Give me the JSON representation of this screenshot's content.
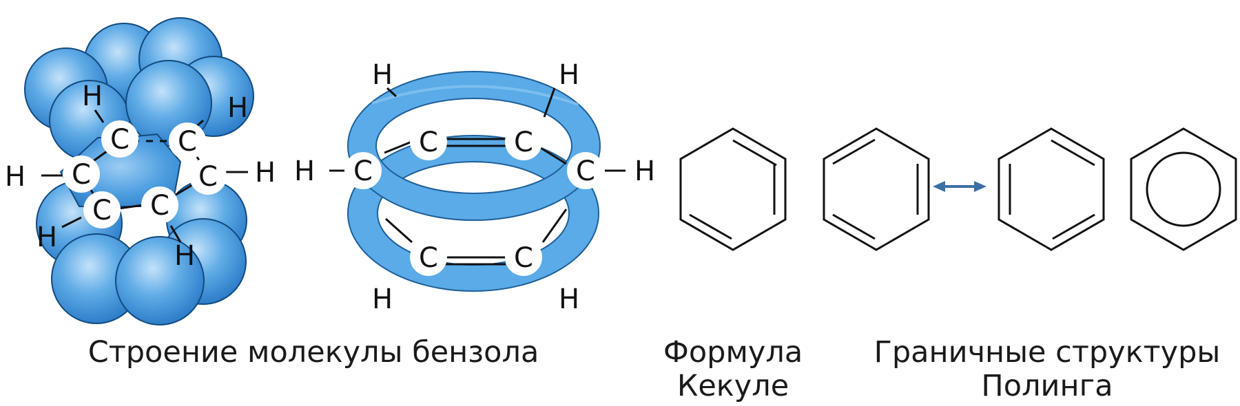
{
  "colors": {
    "sphere_light": "#a9d3f6",
    "sphere_mid": "#5aa6e4",
    "sphere_dark": "#2a7ecd",
    "sphere_stroke": "#12497e",
    "ring_fill": "#5aabe8",
    "ring_stroke": "#1e5f99",
    "arrow": "#3c6fa5",
    "line": "#111111"
  },
  "atoms": {
    "carbon": "C",
    "hydrogen": "H"
  },
  "captions": {
    "structure": "Строение молекулы бензола",
    "kekule_line1": "Формула",
    "kekule_line2": "Кекуле",
    "pauling_line1": "Граничные структуры",
    "pauling_line2": "Полинга"
  },
  "icons": {
    "resonance": "double-headed-arrow-icon"
  }
}
